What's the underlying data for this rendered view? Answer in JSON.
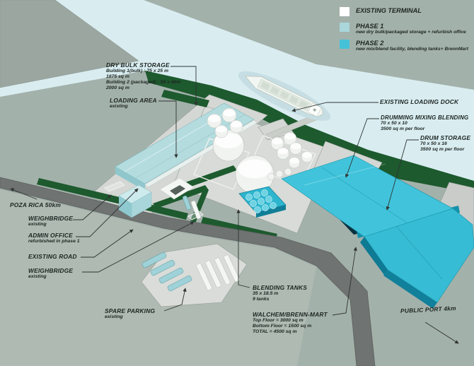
{
  "legend": {
    "items": [
      {
        "label": "EXISTING TERMINAL",
        "sub": "",
        "swatch": "#ffffff"
      },
      {
        "label": "PHASE 1",
        "sub": "new dry bulk/packaged storage + refurbish office",
        "swatch": "#a9d7db"
      },
      {
        "label": "PHASE 2",
        "sub": "new mix/blend facility, blending tanks+ BrennMart",
        "swatch": "#45c2d8"
      }
    ]
  },
  "callouts": {
    "dry_bulk_storage": {
      "title": "DRY BULK STORAGE",
      "lines": [
        "Building 1(bulk) : 75 x 25 m",
        "1875 sq m",
        "Building 2 (packaged) : 50 x 40m",
        "2000 sq m"
      ]
    },
    "loading_area": {
      "title": "LOADING AREA",
      "lines": [
        "existing"
      ]
    },
    "existing_loading_dock": {
      "title": "EXISTING LOADING DOCK",
      "lines": []
    },
    "drumming_mixing_blending": {
      "title": "DRUMMING MIXING BLENDING",
      "lines": [
        "70 x 50 x 10",
        "3500 sq m per floor"
      ]
    },
    "drum_storage": {
      "title": "DRUM STORAGE",
      "lines": [
        "70 x 50 x 16",
        "3500 sq m per floor"
      ]
    },
    "poza_rica": {
      "title": "POZA RICA 50km",
      "lines": []
    },
    "weighbridge_1": {
      "title": "WEIGHBRIDGE",
      "lines": [
        "existing"
      ]
    },
    "admin_office": {
      "title": "ADMIN OFFICE",
      "lines": [
        "refurbished in phase 1"
      ]
    },
    "existing_road": {
      "title": "EXISTING ROAD",
      "lines": []
    },
    "weighbridge_2": {
      "title": "WEIGHBRIDGE",
      "lines": [
        "existing"
      ]
    },
    "spare_parking": {
      "title": "SPARE PARKING",
      "lines": [
        "existing"
      ]
    },
    "blending_tanks": {
      "title": "BLENDING TANKS",
      "lines": [
        "35 x 18.5 m",
        "9 tanks"
      ]
    },
    "walchem_brennmart": {
      "title": "WALCHEM/BRENN-MART",
      "lines": [
        "Top Floor = 3000 sq m",
        "Bottom Floor = 1500 sq m",
        "TOTAL = 4500 sq m"
      ]
    },
    "public_port": {
      "title": "PUBLIC PORT 4km",
      "lines": []
    }
  },
  "colors": {
    "background": "#a3b1ab",
    "water": "#d9edf1",
    "land_northwest": "#9aa69f",
    "road": "#6f7371",
    "site_pad": "#d4d7d3",
    "phase1_building": "#b4dcdf",
    "phase2_building": "#41c4db",
    "landscaping_green": "#1d5a2e",
    "tank_white": "#f1f3f0",
    "leader_line": "#2f3432"
  },
  "scene": {
    "features": [
      "cargo-ship",
      "loading-pier",
      "storage-tanks",
      "phase1-dry-bulk-building",
      "phase2-drumming-building",
      "drum-storage-building",
      "blending-tank-pad",
      "admin-office-building",
      "tanker-trucks",
      "parked-trucks",
      "weighbridge-marking",
      "access-road"
    ]
  }
}
